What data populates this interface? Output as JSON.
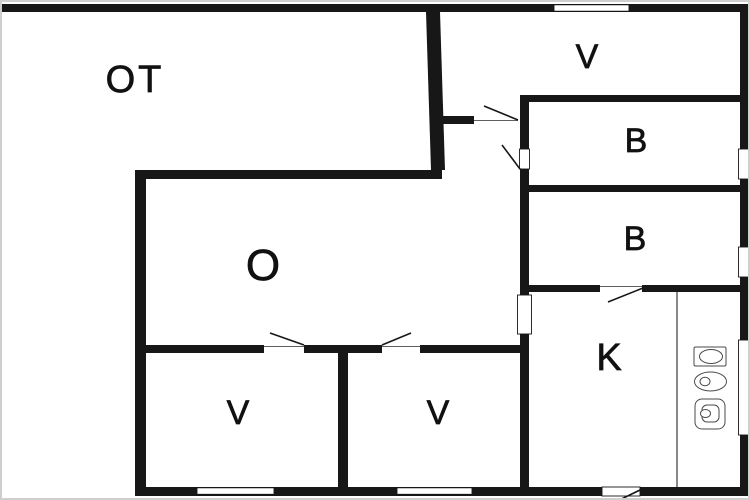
{
  "rooms": {
    "terrace": {
      "label": "OT"
    },
    "top_room": {
      "label": "V"
    },
    "bedroom_1": {
      "label": "B"
    },
    "bedroom_2": {
      "label": "B"
    },
    "living_room": {
      "label": "O"
    },
    "left_room": {
      "label": "V"
    },
    "middle_room": {
      "label": "V"
    },
    "kitchen": {
      "label": "K"
    }
  },
  "icons": {
    "sink": "sink-icon",
    "stove": "stove-burner-icon",
    "appliance": "oven-appliance-icon"
  },
  "colors": {
    "wall": "#171717",
    "floor": "#ffffff",
    "frame": "#cfcfcf",
    "fixture_line": "#4a4a4a"
  }
}
